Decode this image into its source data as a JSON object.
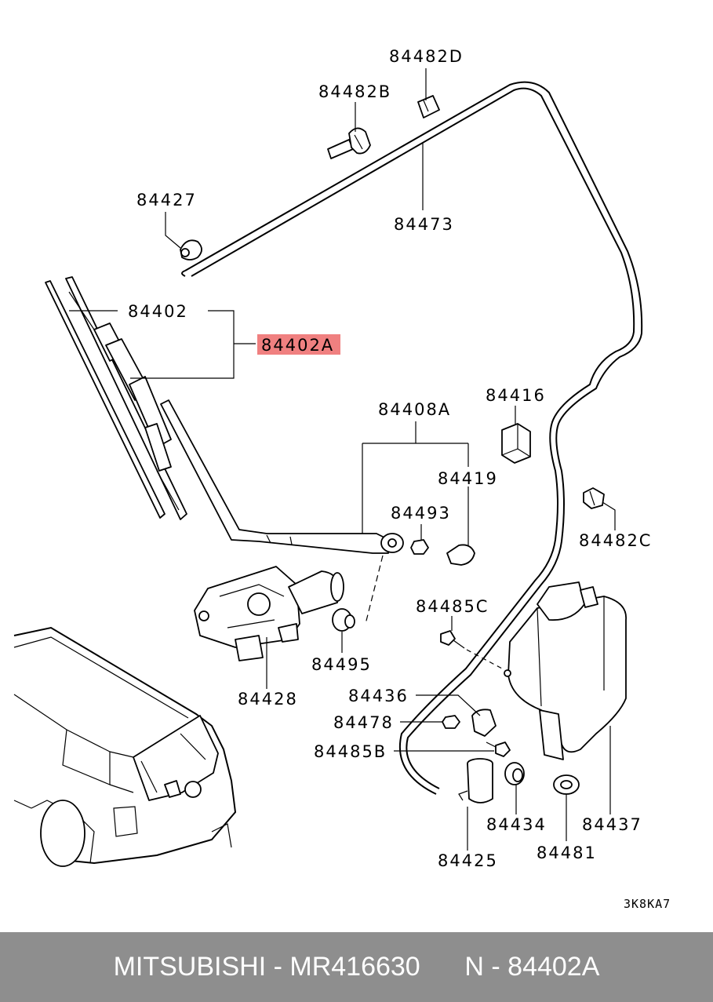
{
  "labels": {
    "p84482D": "84482D",
    "p84482B": "84482B",
    "p84427": "84427",
    "p84473": "84473",
    "p84402": "84402",
    "p84402A": "84402A",
    "p84408A": "84408A",
    "p84416": "84416",
    "p84419": "84419",
    "p84493": "84493",
    "p84482C": "84482C",
    "p84485C": "84485C",
    "p84495": "84495",
    "p84428": "84428",
    "p84436": "84436",
    "p84478": "84478",
    "p84485B": "84485B",
    "p84434": "84434",
    "p84437": "84437",
    "p84481": "84481",
    "p84425": "84425"
  },
  "diagram_code": "3K8KA7",
  "highlight_color": "#f08080",
  "footer": {
    "brand_part": "MITSUBISHI - MR416630",
    "ref": "N - 84402A"
  }
}
